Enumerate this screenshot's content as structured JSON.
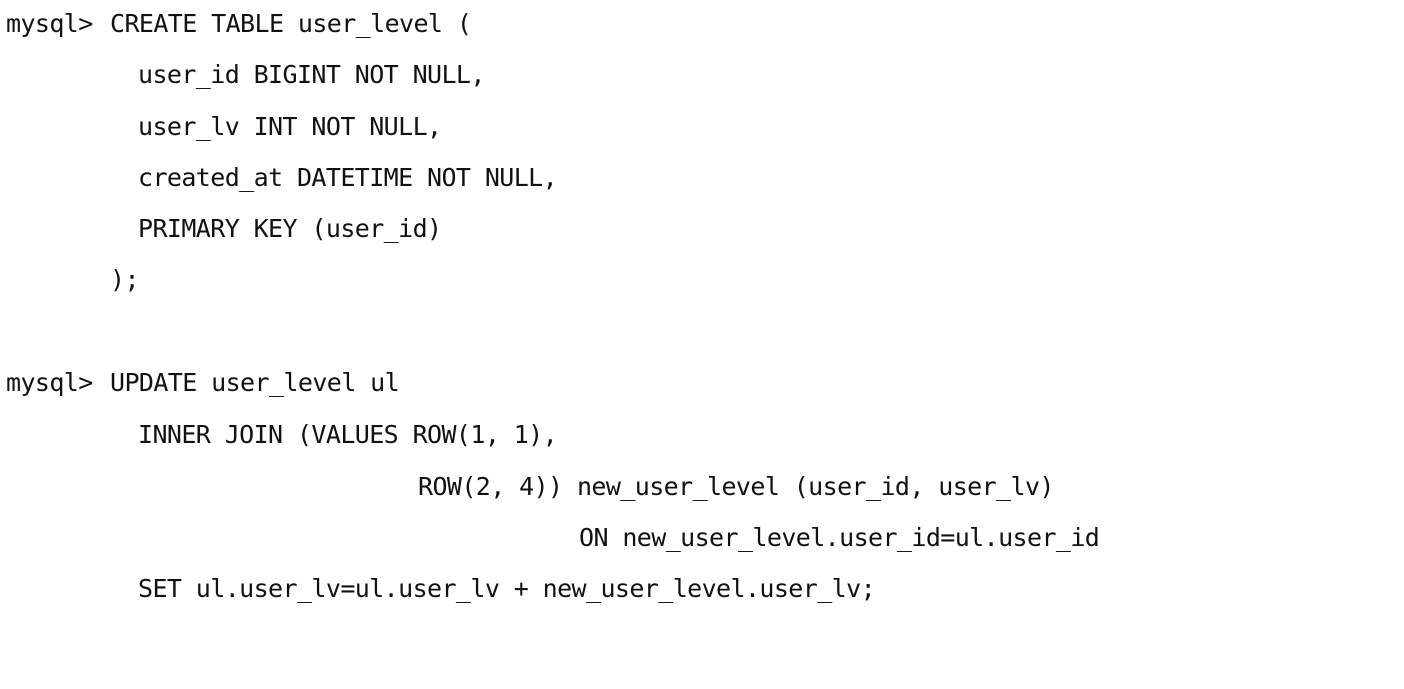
{
  "colors": {
    "background": "#ffffff",
    "text": "#111111"
  },
  "terminal": {
    "prompt": "mysql>",
    "block1": {
      "lines": [
        "CREATE TABLE user_level (",
        "user_id BIGINT NOT NULL,",
        "user_lv INT NOT NULL,",
        "created_at DATETIME NOT NULL,",
        "PRIMARY KEY (user_id)",
        ");"
      ]
    },
    "block2": {
      "lines": [
        "UPDATE user_level ul",
        "INNER JOIN (VALUES ROW(1, 1),",
        "ROW(2, 4)) new_user_level (user_id, user_lv)",
        "ON new_user_level.user_id=ul.user_id",
        "SET ul.user_lv=ul.user_lv + new_user_level.user_lv;"
      ]
    }
  }
}
